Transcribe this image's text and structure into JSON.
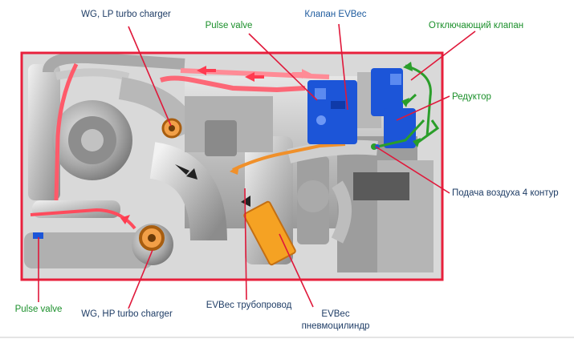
{
  "colors": {
    "frame": "#e8203c",
    "callout": "#e0183a",
    "air_flow": "#ff5a6a",
    "evbec_pipe": "#f0902a",
    "valve_block": "#1c55d8",
    "air_supply": "#2a9e2a",
    "engine_gray": "#c8c8c8",
    "label_dark": "#1f3d66",
    "label_green": "#1a8f2a"
  },
  "labels": {
    "wg_lp": "WG, LP turbo charger",
    "pulse_valve_top": "Pulse valve",
    "evbec_valve": "Клапан EVBec",
    "shutoff_valve": "Отключающий клапан",
    "reducer": "Редуктор",
    "air_supply": "Подача воздуха 4 контур",
    "pulse_valve_bottom": "Pulse valve",
    "wg_hp": "WG, HP turbo charger",
    "evbec_pipe": "EVBec трубопровод",
    "evbec_cyl_line1": "EVBec",
    "evbec_cyl_line2": "пневмоцилиндр"
  },
  "icons": {
    "flow_arrow": "left-arrow-icon",
    "supply_arrow": "curved-arrow-icon"
  }
}
